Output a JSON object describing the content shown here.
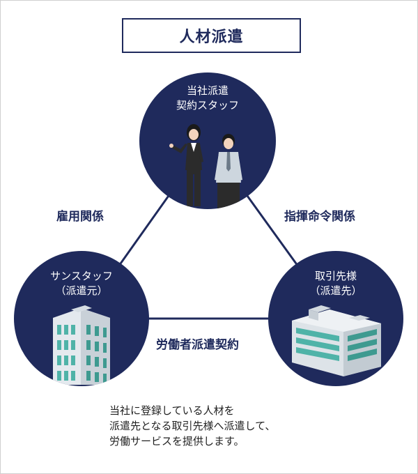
{
  "title": "人材派遣",
  "nodes": {
    "staff": {
      "line1": "当社派遣",
      "line2": "契約スタッフ"
    },
    "sanstaff": {
      "line1": "サンスタッフ",
      "line2": "（派遣元）"
    },
    "client": {
      "line1": "取引先様",
      "line2": "（派遣先）"
    }
  },
  "relations": {
    "employment": "雇用関係",
    "command": "指揮命令関係",
    "dispatch_contract": "労働者派遣契約"
  },
  "description": {
    "line1": "当社に登録している人材を",
    "line2": "派遣先となる取引先様へ派遣して、",
    "line3": "労働サービスを提供します。"
  },
  "colors": {
    "navy": "#1f2a5c",
    "building_light": "#dde3e8",
    "building_glass": "#4fb3a8"
  }
}
